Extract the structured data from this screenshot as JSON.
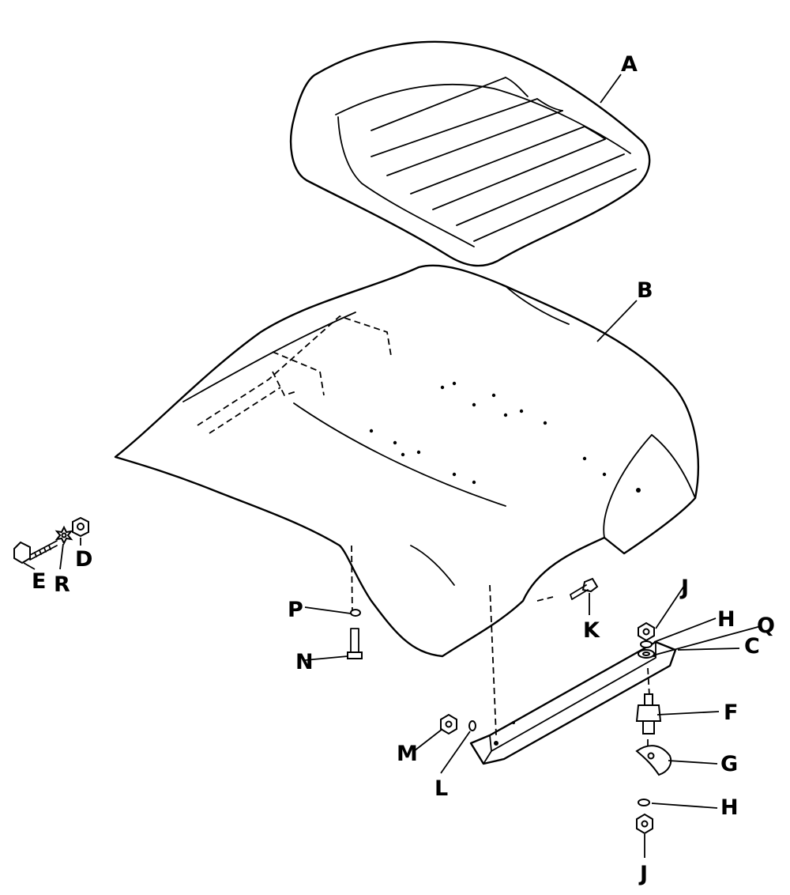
{
  "diagram": {
    "callouts": {
      "A": "A",
      "B": "B",
      "C": "C",
      "D": "D",
      "E": "E",
      "F": "F",
      "G": "G",
      "H_top": "H",
      "H_bottom": "H",
      "J_top": "J",
      "J_bottom": "J",
      "K": "K",
      "L": "L",
      "M": "M",
      "N": "N",
      "P": "P",
      "Q": "Q",
      "R": "R"
    },
    "line_color": "#000000",
    "background_color": "#ffffff"
  }
}
